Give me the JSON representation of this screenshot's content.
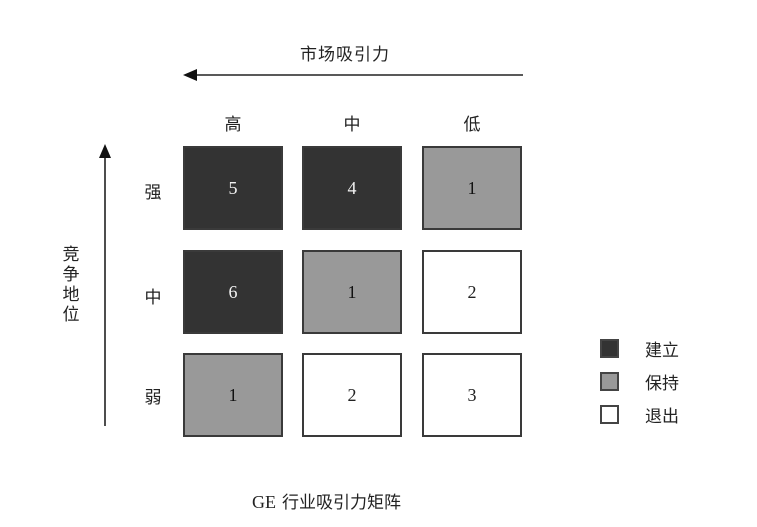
{
  "diagram": {
    "title_top": "市场吸引力",
    "x_axis": {
      "label": "市场吸引力",
      "direction": "right-to-left",
      "columns": [
        "高",
        "中",
        "低"
      ]
    },
    "y_axis": {
      "label": "竞争地位",
      "label_chars": [
        "竞",
        "争",
        "地",
        "位"
      ],
      "direction": "bottom-to-top",
      "rows": [
        "强",
        "中",
        "弱"
      ]
    },
    "grid": [
      [
        {
          "value": "5",
          "category": "建立",
          "color": "#333333"
        },
        {
          "value": "4",
          "category": "建立",
          "color": "#333333"
        },
        {
          "value": "1",
          "category": "保持",
          "color": "#999999"
        }
      ],
      [
        {
          "value": "6",
          "category": "建立",
          "color": "#333333"
        },
        {
          "value": "1",
          "category": "保持",
          "color": "#999999"
        },
        {
          "value": "2",
          "category": "退出",
          "color": "#ffffff"
        }
      ],
      [
        {
          "value": "1",
          "category": "保持",
          "color": "#999999"
        },
        {
          "value": "2",
          "category": "退出",
          "color": "#ffffff"
        },
        {
          "value": "3",
          "category": "退出",
          "color": "#ffffff"
        }
      ]
    ],
    "legend": [
      {
        "label": "建立",
        "color": "#333333"
      },
      {
        "label": "保持",
        "color": "#999999"
      },
      {
        "label": "退出",
        "color": "#ffffff"
      }
    ],
    "caption": {
      "prefix": "GE",
      "text": "行业吸引力矩阵"
    }
  }
}
